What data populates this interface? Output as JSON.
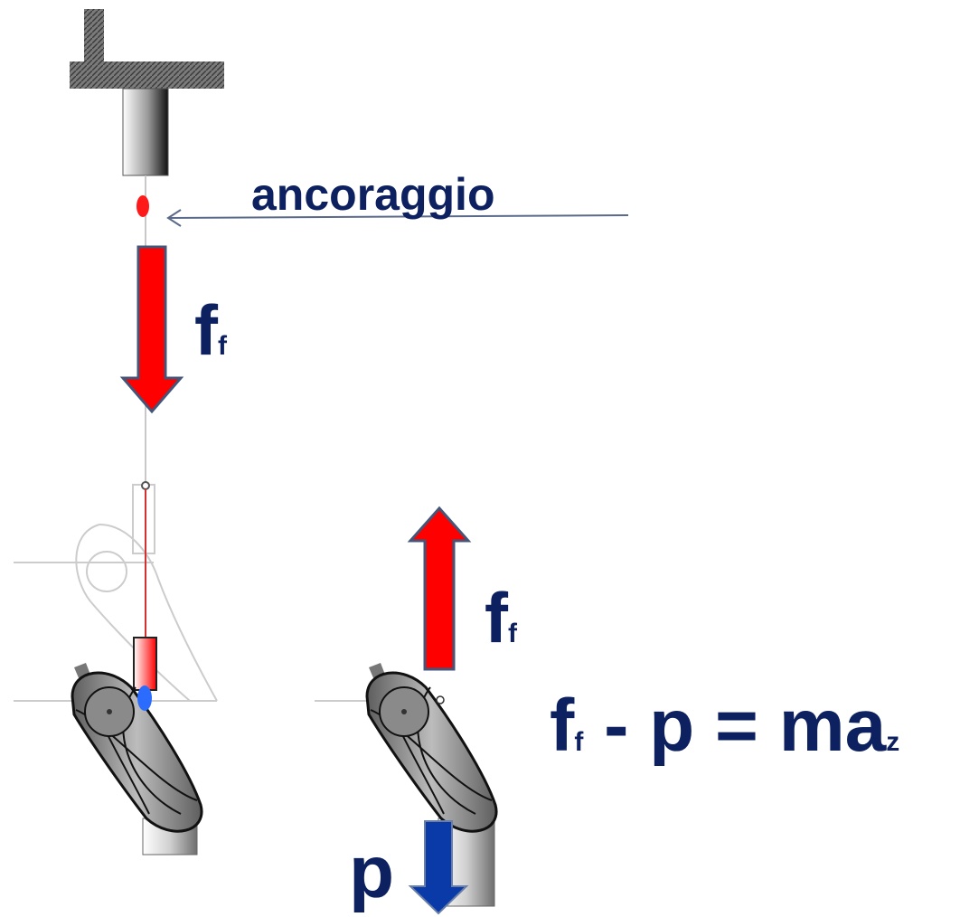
{
  "labels": {
    "anchor": "ancoraggio",
    "force_main": "f",
    "force_sub": "f",
    "weight": "p",
    "equation": {
      "f_main": "f",
      "f_sub": "f",
      "middle": " - p = ma",
      "a_sub": "z"
    }
  },
  "colors": {
    "force_arrow": "#ff0000",
    "force_arrow_border": "#445577",
    "weight_arrow": "#0a3aa8",
    "label_text": "#0d2060",
    "anchor_dot": "#ff1a1a",
    "contact_dot": "#2b6cff"
  }
}
